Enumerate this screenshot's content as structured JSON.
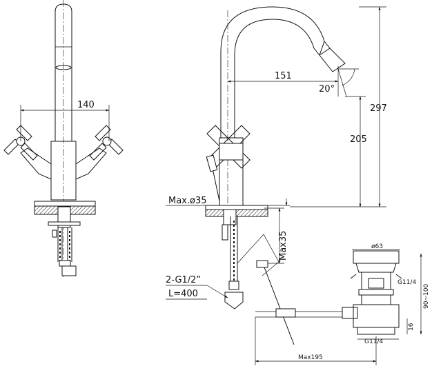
{
  "dimensions": {
    "front_width": "140",
    "spout_reach": "151",
    "spout_angle": "20°",
    "spout_height": "205",
    "total_height": "297",
    "max_hole": "Max.ø35",
    "max_deck": "Max35",
    "hose_thread": "2-G1/2”",
    "hose_length": "L=400",
    "waste_diameter": "ø63",
    "waste_thread_top": "G11/4",
    "waste_height_range": "90~100",
    "waste_16": "16",
    "waste_thread_bottom": "G11/4",
    "waste_max_length": "Max195"
  }
}
